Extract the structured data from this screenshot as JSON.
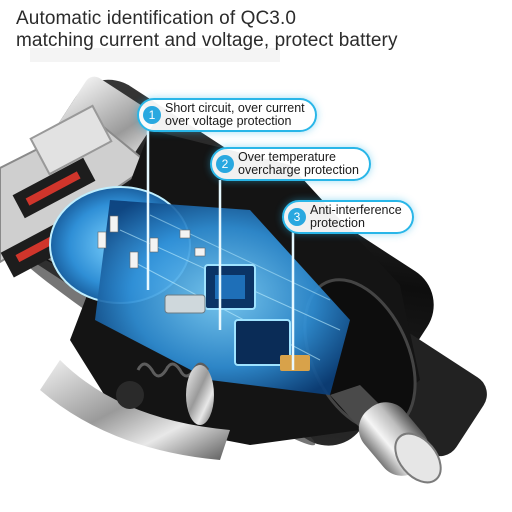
{
  "headline": {
    "line1": "Automatic identification of QC3.0",
    "line2": "matching current and voltage, protect battery"
  },
  "callouts": [
    {
      "number": "1",
      "line1": "Short circuit, over current",
      "line2": "over voltage protection"
    },
    {
      "number": "2",
      "line1": "Over temperature",
      "line2": "overcharge protection"
    },
    {
      "number": "3",
      "line1": "Anti-interference",
      "line2": "protection"
    }
  ],
  "colors": {
    "accent": "#29b6e8",
    "body_dark": "#1b1b1b",
    "circuit_blue": "#2f8fd6",
    "usb_red": "#d0352b"
  },
  "icons": [
    "car-charger-image",
    "usb-port-icon",
    "chip-icon"
  ]
}
